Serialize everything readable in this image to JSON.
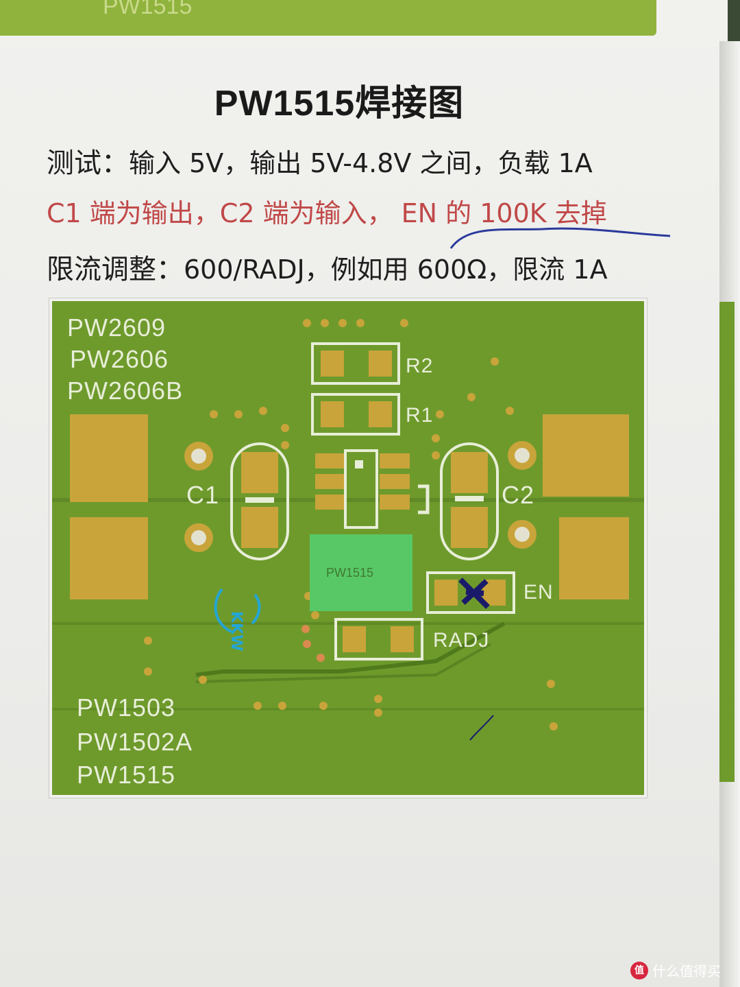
{
  "photo": {
    "top_strip_label": "PW1515"
  },
  "title": "PW1515焊接图",
  "notes": {
    "line1_lead": "测试：",
    "line1_body": "输入 5V，输出 5V-4.8V 之间，负载 1A",
    "line2": "C1 端为输出，C2 端为输入，  EN 的 100K 去掉",
    "line3_lead": "限流调整：",
    "line3_body": "600/RADJ，例如用 600Ω，限流 1A"
  },
  "pcb": {
    "silk_top_models": [
      "PW2609",
      "PW2606",
      "PW2606B"
    ],
    "silk_bottom_models": [
      "PW1503",
      "PW1502A",
      "PW1515"
    ],
    "ref_r2": "R2",
    "ref_r1": "R1",
    "ref_c1": "C1",
    "ref_c2": "C2",
    "ref_en": "EN",
    "ref_radj": "RADJ",
    "chip_label": "PW1515",
    "handwritten_mark": "KKW",
    "colors": {
      "board": "#6e9a2c",
      "pad": "#c8a43a",
      "silk": "#e8eed8",
      "chip": "#58c866"
    }
  },
  "watermark": {
    "text": "什么值得买",
    "logo_glyph": "值"
  }
}
